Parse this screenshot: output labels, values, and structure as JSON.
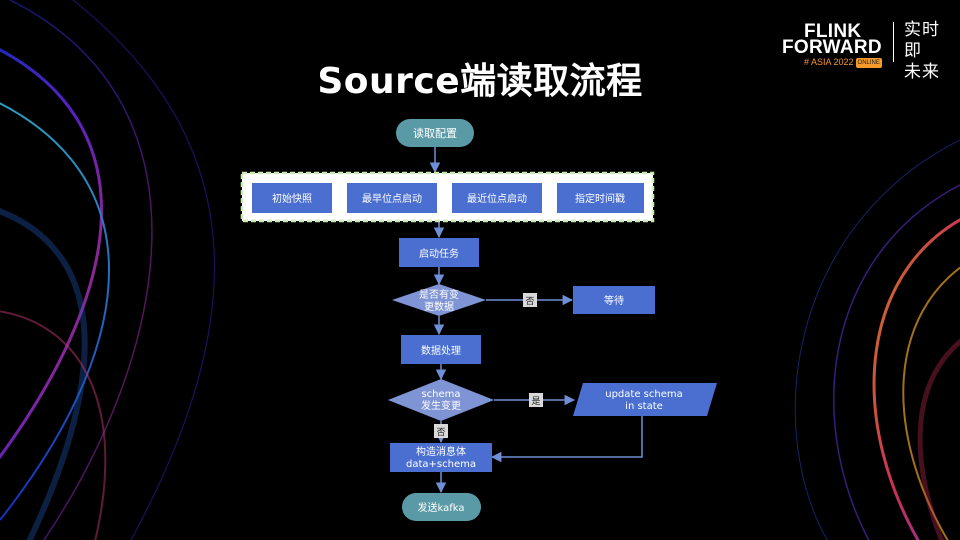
{
  "slide": {
    "title": "Source端读取流程"
  },
  "logo": {
    "line1": "FLINK",
    "line2": "FORWARD",
    "line3": "# ASIA 2022",
    "badge": "ONLINE",
    "cn_line1": "实时即",
    "cn_line2": "未来"
  },
  "flow": {
    "read_config": "读取配置",
    "modes": [
      "初始快照",
      "最早位点启动",
      "最近位点启动",
      "指定时间戳"
    ],
    "start_task": "启动任务",
    "has_change_line1": "是否有变",
    "has_change_line2": "更数据",
    "no_label_1": "否",
    "wait": "等待",
    "process": "数据处理",
    "schema_change_line1": "schema",
    "schema_change_line2": "发生变更",
    "yes_label": "是",
    "update_line1": "update schema",
    "update_line2": "in state",
    "no_label_2": "否",
    "build_line1": "构造消息体",
    "build_line2": "data+schema",
    "send": "发送kafka"
  },
  "colors": {
    "blue_node": "#4a6fd1",
    "diamond": "#7f94d4",
    "teal_node": "#5a9aa6",
    "arrow": "#6f8fd6",
    "dash_border": "#c9ebb0",
    "label_bg": "#d9d9d9"
  }
}
